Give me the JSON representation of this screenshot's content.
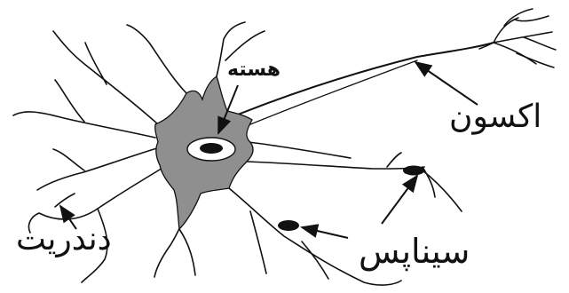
{
  "labels": {
    "nucleus": "هسته",
    "axon": "اکسون",
    "synapse": "سیناپس",
    "dendrite": "دندریت"
  },
  "colors": {
    "ink": "#111111",
    "cell_body_fill": "#8f8f8f",
    "background": "#ffffff"
  }
}
